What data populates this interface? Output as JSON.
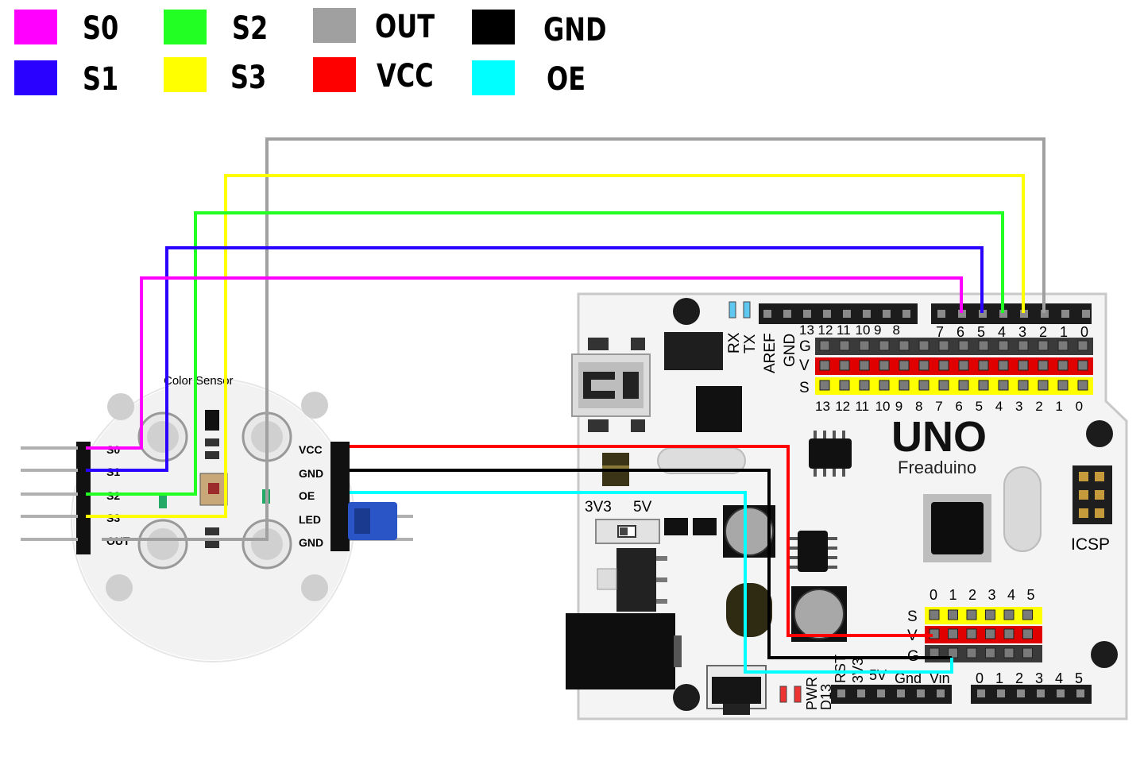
{
  "legend": [
    {
      "label": "S0",
      "color": "#ff00ff"
    },
    {
      "label": "S1",
      "color": "#2a00ff"
    },
    {
      "label": "S2",
      "color": "#22ff22"
    },
    {
      "label": "S3",
      "color": "#ffff00"
    },
    {
      "label": "OUT",
      "color": "#a0a0a0"
    },
    {
      "label": "VCC",
      "color": "#ff0000"
    },
    {
      "label": "GND",
      "color": "#000000"
    },
    {
      "label": "OE",
      "color": "#00ffff"
    }
  ],
  "sensor": {
    "title": "Color Sensor",
    "left_pins": [
      "S0",
      "S1",
      "S2",
      "S3",
      "OUT"
    ],
    "right_pins": [
      "VCC",
      "GND",
      "OE",
      "LED",
      "GND"
    ]
  },
  "board": {
    "name": "UNO",
    "brand": "Freaduino",
    "icsp": "ICSP",
    "top_header_left": [
      "AREF",
      "GND",
      "13",
      "12",
      "11",
      "10",
      "9",
      "8"
    ],
    "top_header_right": [
      "7",
      "6",
      "5",
      "4",
      "3",
      "2",
      "1",
      "0"
    ],
    "rx": "RX",
    "tx": "TX",
    "row_g": "G",
    "row_v": "V",
    "row_s": "S",
    "digital_bottom": [
      "13",
      "12",
      "11",
      "10",
      "9",
      "8",
      "7",
      "6",
      "5",
      "4",
      "3",
      "2",
      "1",
      "0"
    ],
    "analog_top": [
      "0",
      "1",
      "2",
      "3",
      "4",
      "5"
    ],
    "power_labels": [
      "PWR",
      "D13",
      "RST",
      "3V3",
      "5V",
      "Gnd",
      "Vin"
    ],
    "analog_bottom": [
      "0",
      "1",
      "2",
      "3",
      "4",
      "5"
    ],
    "switch_left": "3V3",
    "switch_right": "5V"
  }
}
